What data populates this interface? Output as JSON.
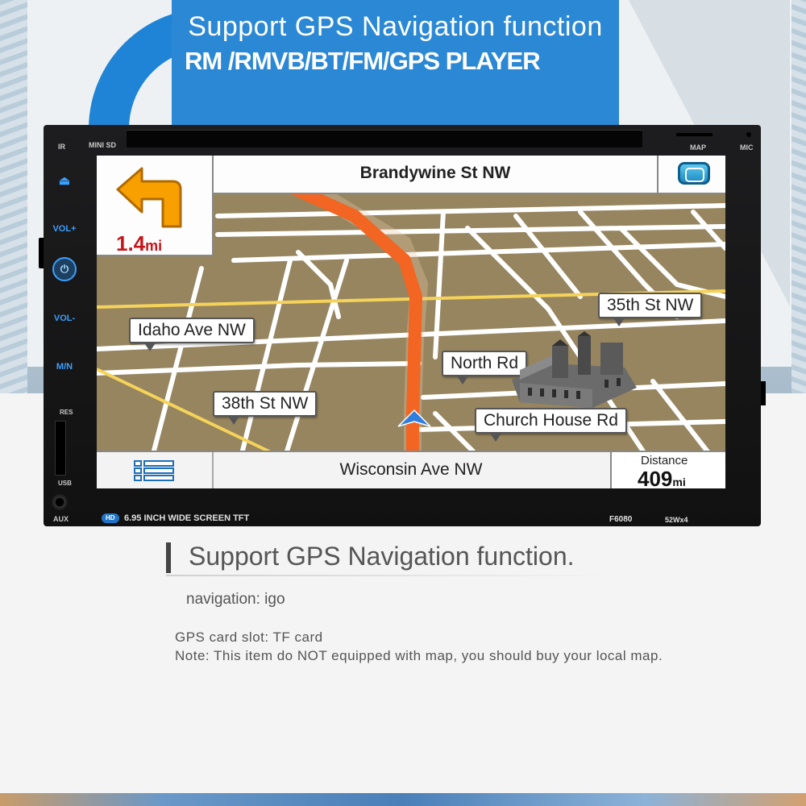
{
  "banner": {
    "line1": "Support GPS Navigation function",
    "line2": "RM /RMVB/BT/FM/GPS PLAYER"
  },
  "device": {
    "labels": {
      "ir": "IR",
      "mini_sd": "MINI SD",
      "map": "MAP",
      "mic": "MIC",
      "res": "RES",
      "usb": "USB",
      "aux": "AUX"
    },
    "buttons": {
      "eject": "⏏",
      "vol_up": "VOL+",
      "power": "⏻",
      "vol_down": "VOL-",
      "mode": "M/N"
    },
    "hd_badge": "HD",
    "screen_spec": "6.95 INCH WIDE SCREEN TFT",
    "model": "F6080",
    "power_rating": "52Wx4"
  },
  "navigation": {
    "street": "Brandywine St NW",
    "turn_distance": "1.4",
    "turn_unit": "mi",
    "current_road": "Wisconsin Ave NW",
    "distance_label": "Distance",
    "distance_value": "409",
    "distance_unit": "mi",
    "street_labels": {
      "idaho": "Idaho Ave NW",
      "thirty_fifth": "35th St NW",
      "north": "North Rd",
      "thirty_eighth": "38th St NW",
      "church": "Church House Rd"
    },
    "colors": {
      "route": "#f26522",
      "map_ground": "#96855f",
      "road": "#ffffff",
      "highway": "#f5d35a",
      "turn_arrow": "#f7a000",
      "distance_red": "#c5161b"
    }
  },
  "content": {
    "section_title": "Support GPS Navigation function.",
    "navigation_line": "navigation: igo",
    "card_slot_line": "GPS card slot: TF card",
    "note_line": "Note: This item do NOT equipped with map, you should buy your local map."
  }
}
